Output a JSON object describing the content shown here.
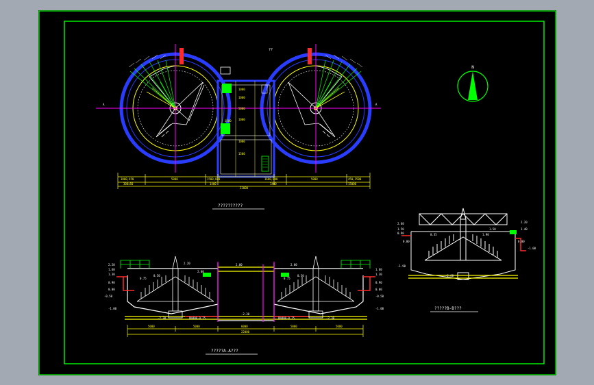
{
  "colors": {
    "frame_gray": "#a3a9b2",
    "canvas": "#000000",
    "border_green": "#00ff00",
    "structure_blue": "#2a3dff",
    "axis_magenta": "#ff00ff",
    "pipe_red": "#ff2a2a",
    "yellow": "#ffff00",
    "white": "#ffffff",
    "green": "#00ff00",
    "cyan": "#00ffff"
  },
  "north_arrow": {
    "label": "N"
  },
  "plan": {
    "title": "??????????",
    "top_mark": "??",
    "center_dims": [
      "1000",
      "1000",
      "5000",
      "1000",
      "1500",
      "1000",
      "1500"
    ],
    "dims_row1": [
      "3000,450",
      "5000",
      "1500,800",
      "1600,900",
      "5000",
      "450,1500"
    ],
    "dims_row2": [
      "300x50",
      "1400",
      "1400",
      "15000"
    ],
    "total": "22000"
  },
  "section_aa": {
    "title": "?????A-A???",
    "elevations_left": [
      "2.20",
      "1.60",
      "1.30",
      "0.90",
      "0.00",
      "-0.50",
      "-1.00"
    ],
    "elevations_right": [
      "1.60",
      "1.30",
      "0.90",
      "0.00",
      "-0.50",
      "-1.00"
    ],
    "top_marks": [
      "2.20",
      "2.00",
      "2.00",
      "2.00"
    ],
    "mid_marks": [
      "0.75",
      "0.50",
      "0.75",
      "0.50"
    ],
    "bottom_marks": [
      "-2.30",
      "-2.30",
      "-2.30"
    ],
    "pipe_label_left": "DN400-0.75",
    "pipe_label_right": "DN400-0.75",
    "dims": [
      "5000",
      "5000",
      "6000",
      "5000",
      "5000"
    ],
    "total": "22000"
  },
  "section_bb": {
    "title": "?????B-B???",
    "elevations_left": [
      "2.60",
      "1.50",
      "0.90",
      "0.00",
      "-1.90"
    ],
    "elevations_right": [
      "2.20",
      "1.40",
      "0.00",
      "-1.00"
    ],
    "inner_marks": [
      "1.50",
      "1.90",
      "0.35"
    ],
    "bottom_mark": "-2.60"
  }
}
